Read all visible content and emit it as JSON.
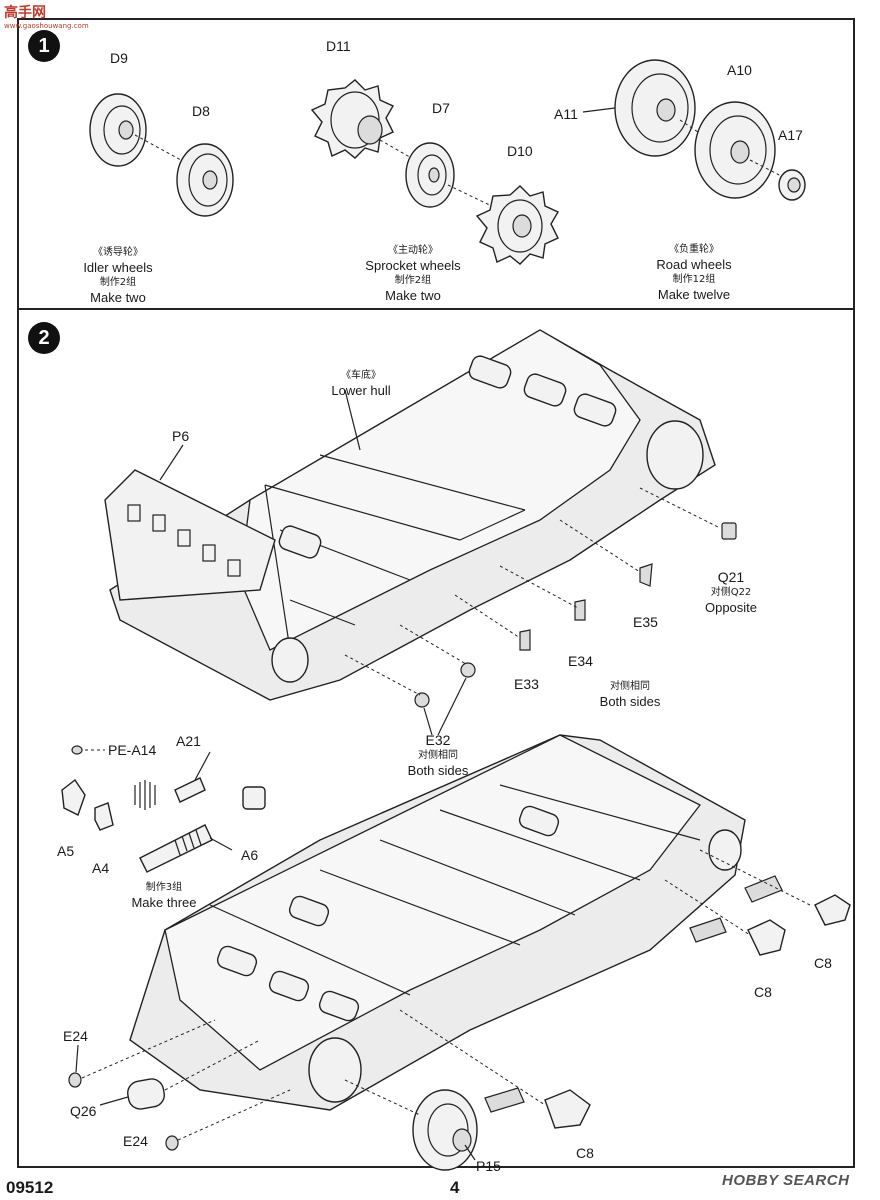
{
  "header": {
    "logo_text": "高手网",
    "logo_sub": "www.gaoshouwang.com"
  },
  "step1": {
    "badge": "1",
    "labels": {
      "d9": "D9",
      "d8": "D8",
      "d11": "D11",
      "d7": "D7",
      "d10": "D10",
      "a10": "A10",
      "a11": "A11",
      "a17": "A17"
    },
    "captions": {
      "idler": {
        "cn": "《诱导轮》",
        "en": "Idler wheels",
        "count_cn": "制作2组",
        "count_en": "Make two"
      },
      "sprocket": {
        "cn": "《主动轮》",
        "en": "Sprocket wheels",
        "count_cn": "制作2组",
        "count_en": "Make two"
      },
      "road": {
        "cn": "《负重轮》",
        "en": "Road  wheels",
        "count_cn": "制作12组",
        "count_en": "Make twelve"
      }
    }
  },
  "step2": {
    "badge": "2",
    "lower_hull": {
      "cn": "《车底》",
      "en": "Lower hull"
    },
    "labels": {
      "p6": "P6",
      "q21": "Q21",
      "q22_cn": "对侧Q22",
      "opposite": "Opposite",
      "e35": "E35",
      "e34": "E34",
      "e33": "E33",
      "both_sides_cn_1": "对侧相同",
      "both_sides_1": "Both sides",
      "e32": "E32",
      "both_sides_cn_2": "对侧相同",
      "both_sides_2": "Both sides",
      "pe_a14": "PE-A14",
      "a21": "A21",
      "a5": "A5",
      "a4": "A4",
      "a6": "A6",
      "make_three_cn": "制作3组",
      "make_three": "Make three",
      "c8_a": "C8",
      "c8_b": "C8",
      "c8_c": "C8",
      "e24_a": "E24",
      "q26": "Q26",
      "e24_b": "E24",
      "p15": "P15"
    }
  },
  "footer": {
    "code": "09512",
    "page": "4",
    "watermark": "HOBBY SEARCH"
  }
}
